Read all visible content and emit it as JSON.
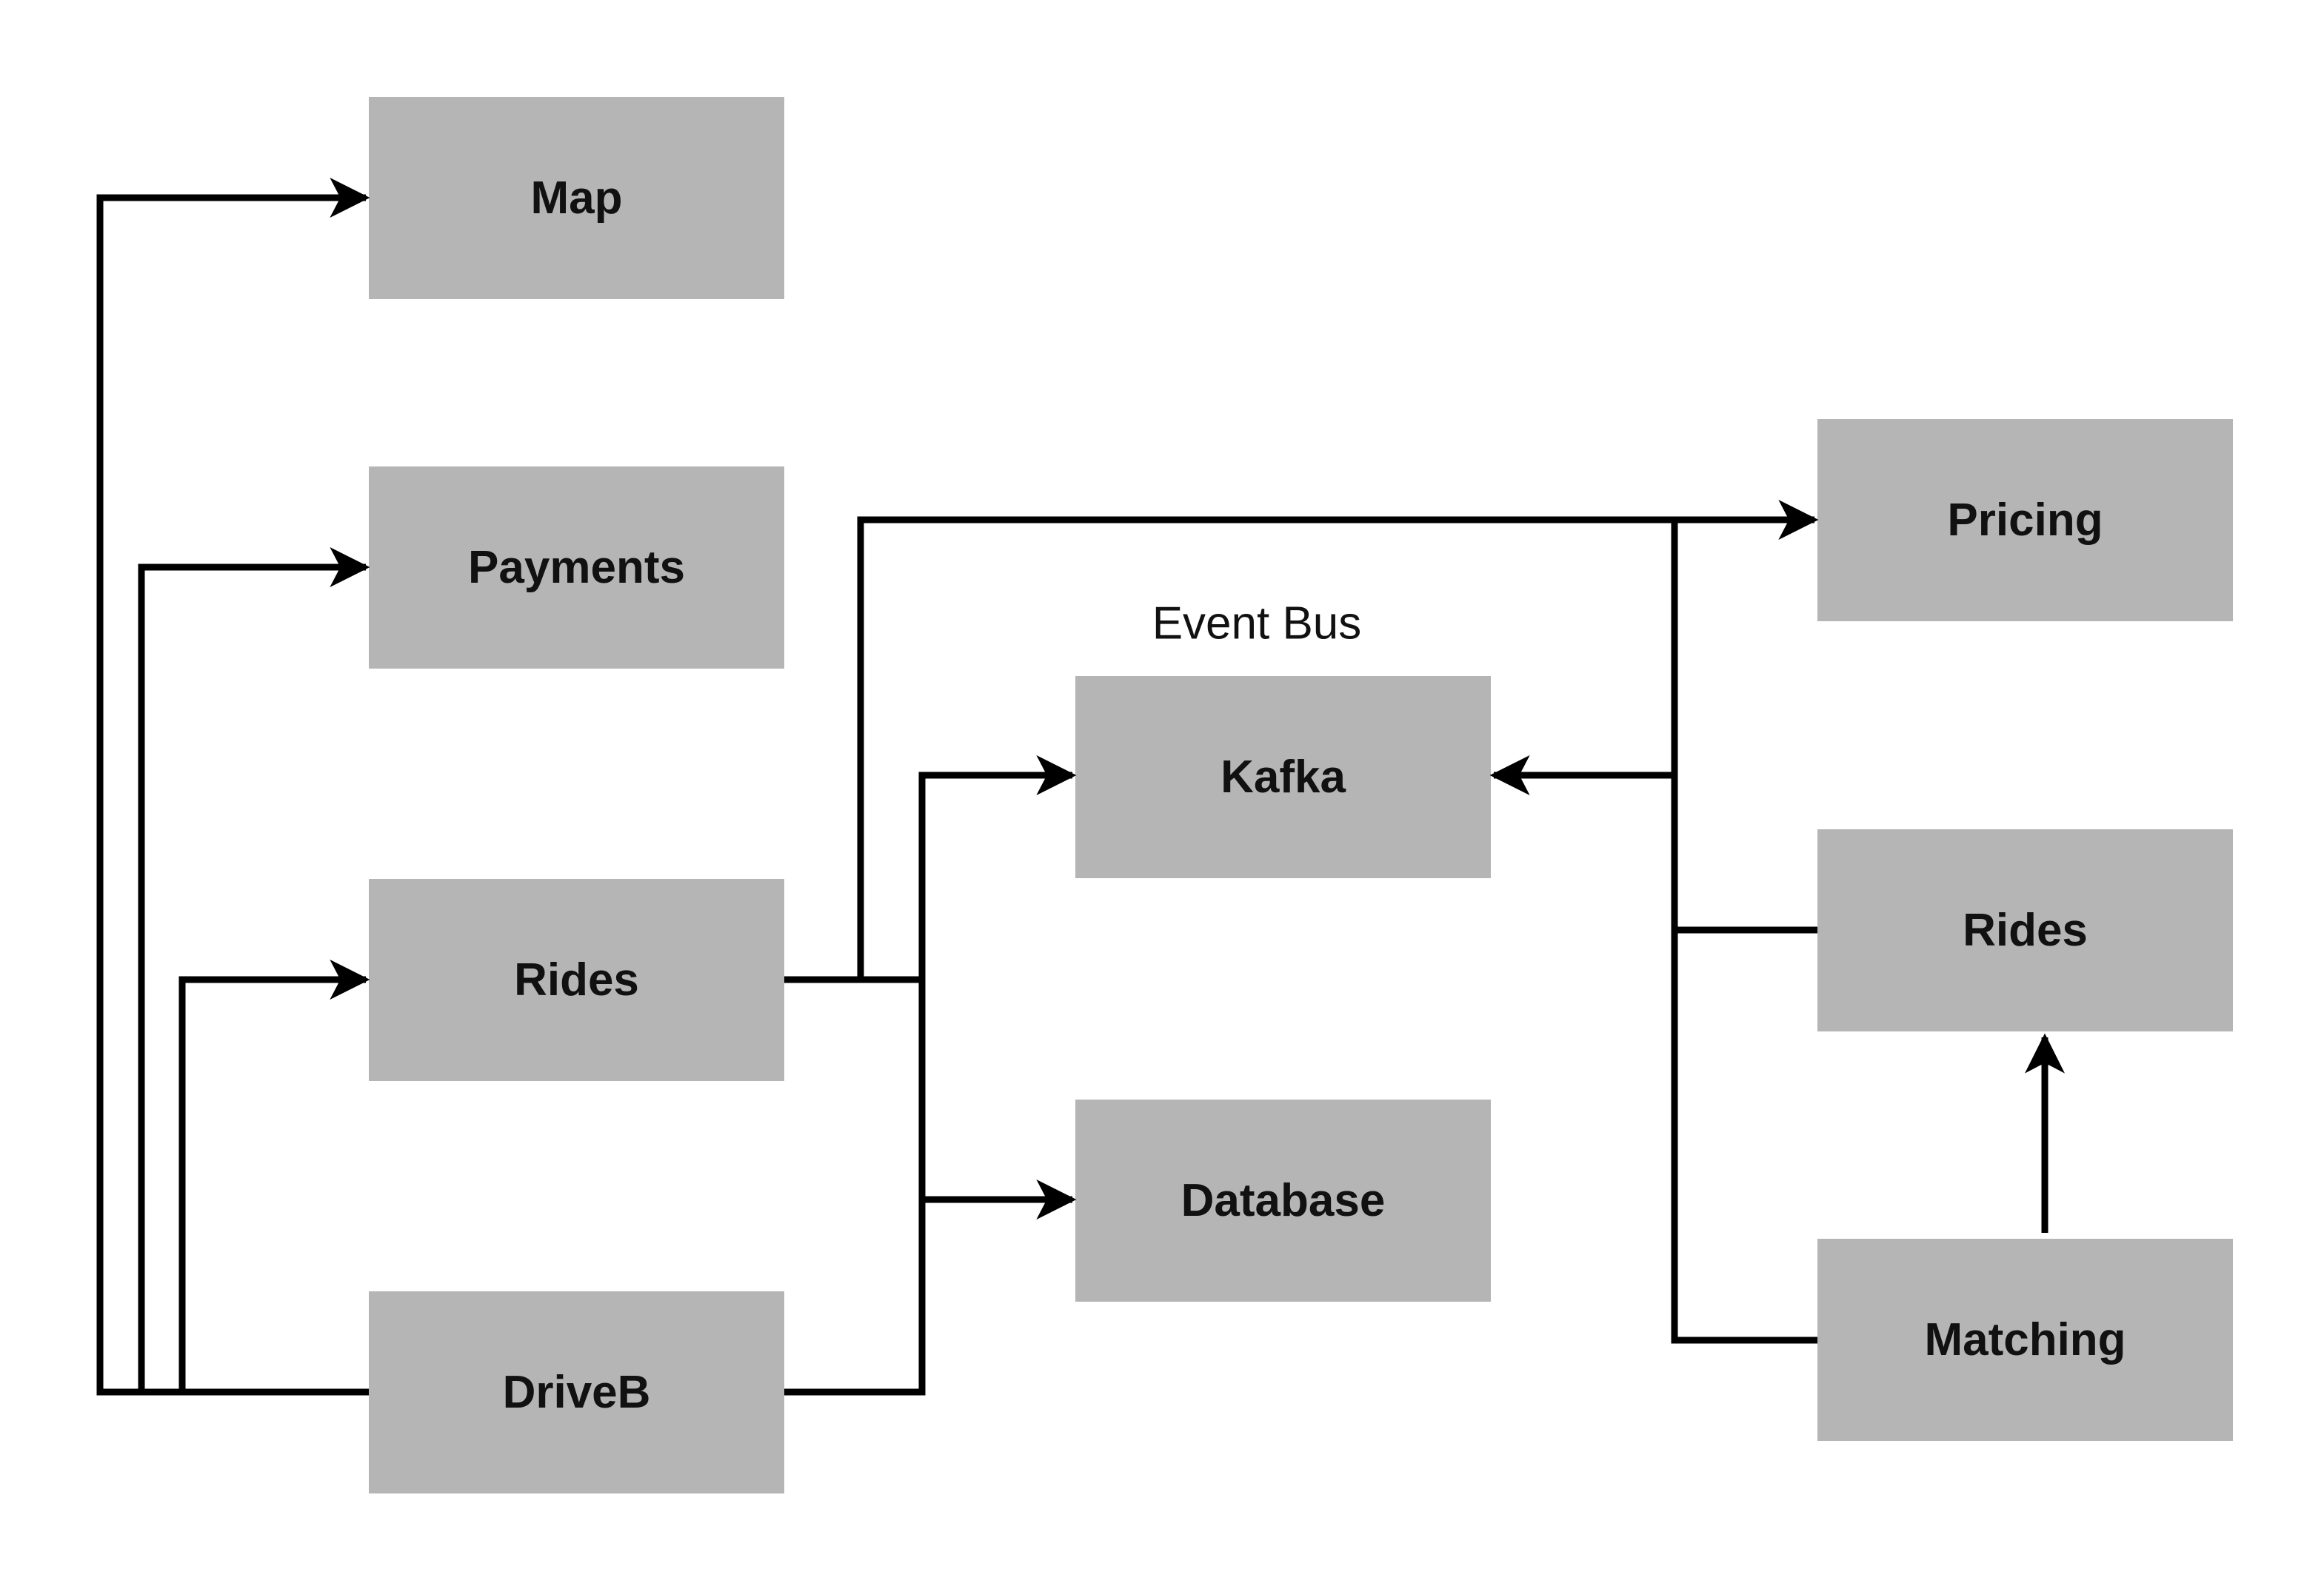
{
  "diagram": {
    "nodes": {
      "map": "Map",
      "payments": "Payments",
      "rides_left": "Rides",
      "driveb": "DriveB",
      "kafka": "Kafka",
      "database": "Database",
      "pricing": "Pricing",
      "rides_right": "Rides",
      "matching": "Matching"
    },
    "captions": {
      "event_bus": "Event Bus"
    }
  },
  "colors": {
    "node_fill": "#b5b5b5",
    "edge": "#000000",
    "text": "#111111",
    "background": "#ffffff"
  }
}
